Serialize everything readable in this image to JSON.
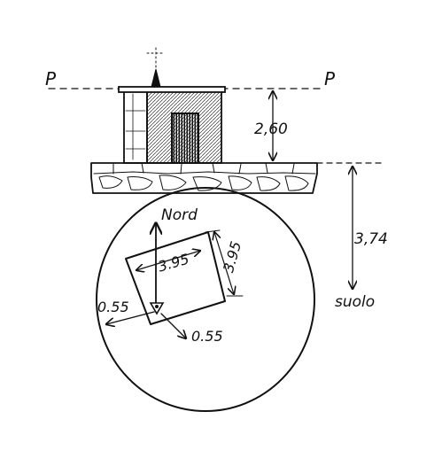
{
  "labels": {
    "plane_left": "P",
    "plane_right": "P",
    "height_building": "2,60",
    "height_ground": "3,74",
    "ground": "suolo",
    "north": "Nord",
    "side_horizontal": "3.95",
    "side_vertical": "3.95",
    "offset_left": "0.55",
    "offset_right": "0.55"
  }
}
